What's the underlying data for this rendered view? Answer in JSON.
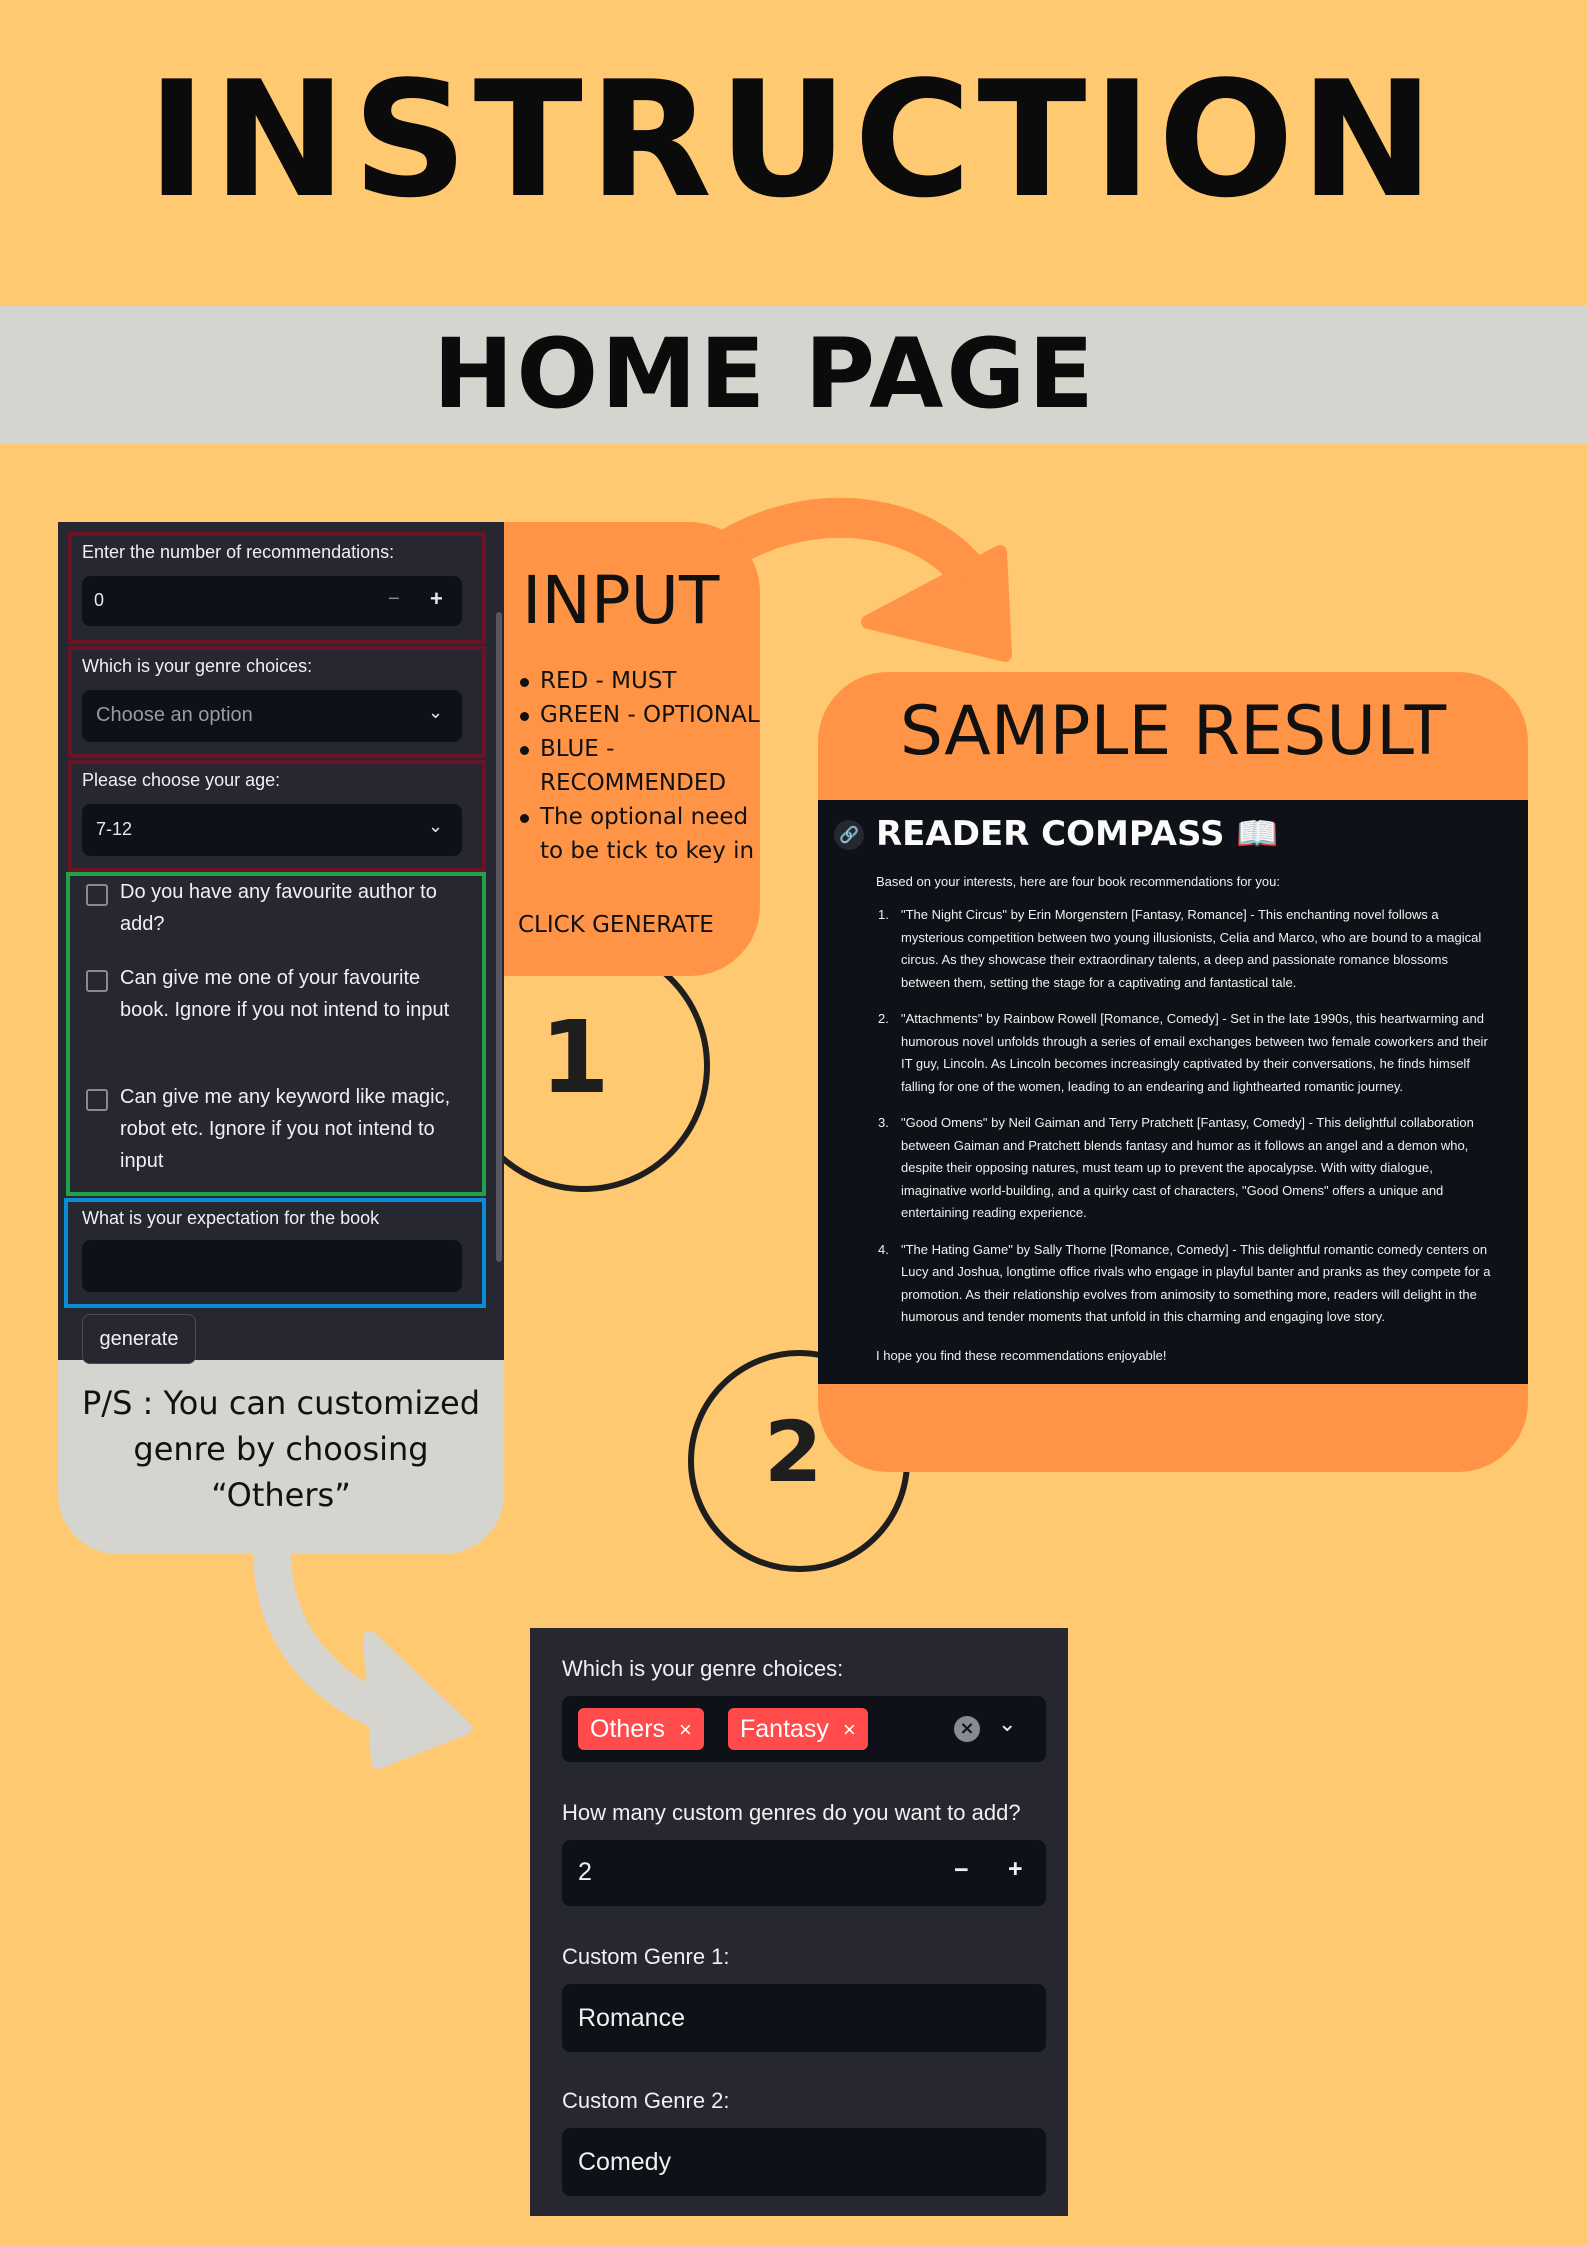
{
  "header": {
    "title": "INSTRUCTION",
    "subtitle": "HOME PAGE"
  },
  "form": {
    "num_label": "Enter the number of recommendations:",
    "num_value": "0",
    "minus": "−",
    "plus": "+",
    "genre_label": "Which is your genre choices:",
    "genre_placeholder": "Choose an option",
    "age_label": "Please choose your age:",
    "age_value": "7-12",
    "check_author": "Do you have any favourite author to add?",
    "check_book": "Can give me one of your favourite book. Ignore if you not intend to input",
    "check_keyword": "Can give me any keyword like magic, robot etc. Ignore if you not intend to input",
    "expectation_label": "What is your expectation for the book",
    "expectation_value": "",
    "generate_label": "generate"
  },
  "ps_note": "P/S : You can customized genre by choosing “Others”",
  "input_bubble": {
    "title": "INPUT",
    "items": [
      "RED - MUST",
      "GREEN - OPTIONAL",
      "BLUE - RECOMMENDED",
      "The optional need to be tick to key in"
    ],
    "click": "CLICK GENERATE"
  },
  "steps": {
    "one": "1",
    "two": "2"
  },
  "result": {
    "title": "SAMPLE RESULT",
    "app_title": "READER COMPASS 📖",
    "link_icon": "🔗",
    "intro": "Based on your interests, here are four book recommendations for you:",
    "recommendations": [
      {
        "n": "1.",
        "text": "\"The Night Circus\" by Erin Morgenstern [Fantasy, Romance] - This enchanting novel follows a mysterious competition between two young illusionists, Celia and Marco, who are bound to a magical circus. As they showcase their extraordinary talents, a deep and passionate romance blossoms between them, setting the stage for a captivating and fantastical tale."
      },
      {
        "n": "2.",
        "text": "\"Attachments\" by Rainbow Rowell [Romance, Comedy] - Set in the late 1990s, this heartwarming and humorous novel unfolds through a series of email exchanges between two female coworkers and their IT guy, Lincoln. As Lincoln becomes increasingly captivated by their conversations, he finds himself falling for one of the women, leading to an endearing and lighthearted romantic journey."
      },
      {
        "n": "3.",
        "text": "\"Good Omens\" by Neil Gaiman and Terry Pratchett [Fantasy, Comedy] - This delightful collaboration between Gaiman and Pratchett blends fantasy and humor as it follows an angel and a demon who, despite their opposing natures, must team up to prevent the apocalypse. With witty dialogue, imaginative world-building, and a quirky cast of characters, \"Good Omens\" offers a unique and entertaining reading experience."
      },
      {
        "n": "4.",
        "text": "\"The Hating Game\" by Sally Thorne [Romance, Comedy] - This delightful romantic comedy centers on Lucy and Joshua, longtime office rivals who engage in playful banter and pranks as they compete for a promotion. As their relationship evolves from animosity to something more, readers will delight in the humorous and tender moments that unfold in this charming and engaging love story."
      }
    ],
    "outro": "I hope you find these recommendations enjoyable!"
  },
  "genre_panel": {
    "label": "Which is your genre choices:",
    "tags": [
      "Others",
      "Fantasy"
    ],
    "tag_close": "×",
    "clear": "×",
    "custom_count_label": "How many custom genres do you want to add?",
    "custom_count_value": "2",
    "minus": "−",
    "plus": "+",
    "custom1_label": "Custom Genre 1:",
    "custom1_value": "Romance",
    "custom2_label": "Custom Genre 2:",
    "custom2_value": "Comedy"
  },
  "colors": {
    "background": "#FFC971",
    "band": "#D5D4CF",
    "orange": "#FF9446",
    "panel": "#262730",
    "field": "#0E1117",
    "must": "#6B1224",
    "optional": "#1FA24A",
    "recommended": "#0A8BD6",
    "tag": "#FF4B4B"
  }
}
